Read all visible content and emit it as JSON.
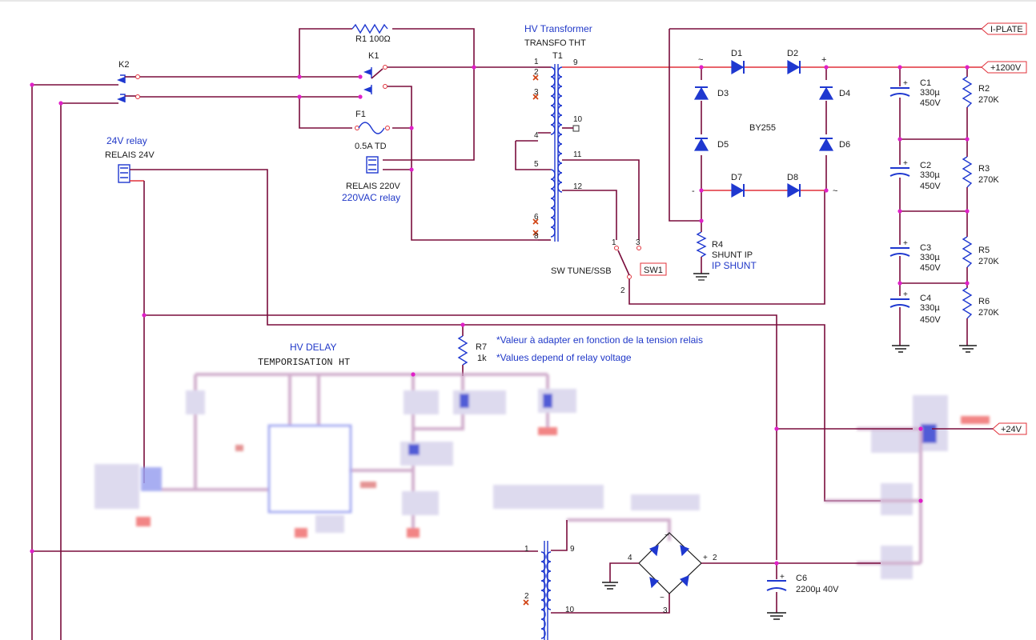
{
  "labels": {
    "k2": "K2",
    "k1": "K1",
    "r1": "R1 100Ω",
    "f1": "F1",
    "f1_rating": "0.5A TD",
    "relay24_en": "24V relay",
    "relay24_fr": "RELAIS 24V",
    "relay220_fr": "RELAIS 220V",
    "relay220_en": "220VAC relay",
    "hv_transformer_en": "HV Transformer",
    "hv_transformer_fr": "TRANSFO THT",
    "t1": "T1",
    "d1": "D1",
    "d2": "D2",
    "d3": "D3",
    "d4": "D4",
    "d5": "D5",
    "d6": "D6",
    "d7": "D7",
    "d8": "D8",
    "by255": "BY255",
    "r4": "R4",
    "shunt_ip": "SHUNT IP",
    "ip_shunt": "IP SHUNT",
    "sw_tune": "SW TUNE/SSB",
    "sw1": "SW1",
    "c1": "C1",
    "c2": "C2",
    "c3": "C3",
    "c4": "C4",
    "cap_value": "330µ",
    "cap_voltage": "450V",
    "r2": "R2",
    "r3": "R3",
    "r5": "R5",
    "r6": "R6",
    "res_value": "270K",
    "iplate": "I-PLATE",
    "plus1200": "+1200V",
    "plus24": "+24V",
    "r7": "R7",
    "r7_value": "1k",
    "note_fr": "*Valeur à adapter en fonction de la tension relais",
    "note_en": "*Values depend of relay voltage",
    "hv_delay": "HV DELAY",
    "tempo": "TEMPORISATION HT",
    "c6": "C6",
    "c6_value": "2200µ 40V",
    "plus_sign": "+",
    "tilde": "~"
  },
  "pins": {
    "t1_p1": "1",
    "t1_p2": "2",
    "t1_p3": "3",
    "t1_p4": "4",
    "t1_p5": "5",
    "t1_p6": "6",
    "t1_p8": "8",
    "t1_p9": "9",
    "t1_p10": "10",
    "t1_p11": "11",
    "t1_p12": "12",
    "sw_p1": "1",
    "sw_p2": "2",
    "sw_p3": "3",
    "t2_p1": "1",
    "t2_p2": "2",
    "t2_p9": "9",
    "t2_p10": "10",
    "br_p2": "2",
    "br_p3": "3",
    "br_p4": "4"
  },
  "colors": {
    "wire": "#7a0d3c",
    "wire_red": "#e0303a",
    "component": "#1f38d0",
    "junction": "#e020c8"
  }
}
